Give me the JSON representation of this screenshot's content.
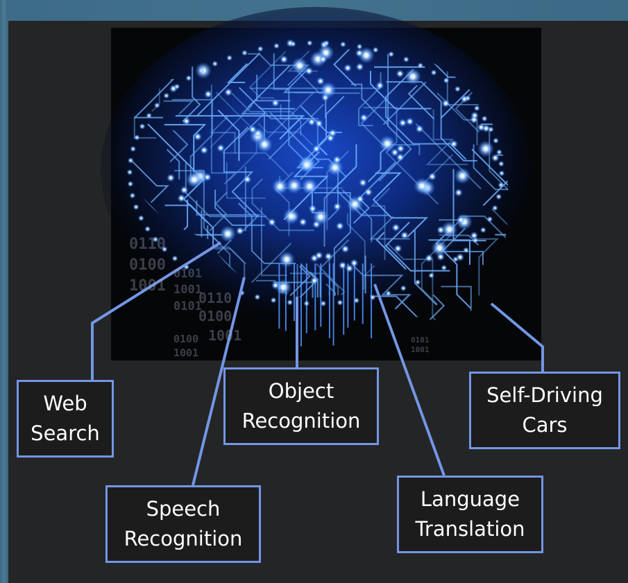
{
  "diagram": {
    "center": {
      "name": "ai-brain",
      "colors": {
        "glow": "#1f6fff",
        "node": "#cfe6ff",
        "trace": "#6fb2ff"
      }
    },
    "binary_text": [
      "0110",
      "0100",
      "1001",
      "0101",
      "1001",
      "0101",
      "0110",
      "0100",
      "1001",
      "0100",
      "1001",
      "0101",
      "1001"
    ],
    "applications": [
      {
        "line1": "Web",
        "line2": "Search"
      },
      {
        "line1": "Speech",
        "line2": "Recognition"
      },
      {
        "line1": "Object",
        "line2": "Recognition"
      },
      {
        "line1": "Language",
        "line2": "Translation"
      },
      {
        "line1": "Self-Driving",
        "line2": "Cars"
      }
    ],
    "colors": {
      "background": "#2a2c2e",
      "frame_top": "#3f6b86",
      "connector": "#7396e6",
      "box_border": "#7396e6",
      "text": "#ffffff"
    }
  }
}
